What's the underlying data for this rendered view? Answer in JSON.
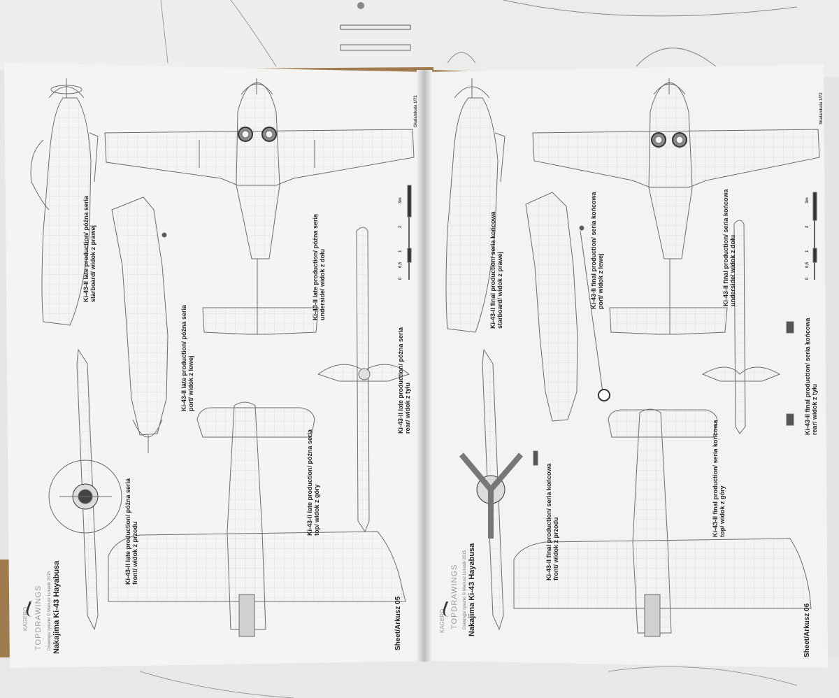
{
  "left_sheet": {
    "brand": "KAGERO",
    "series": "TOPDRAWINGS",
    "credit": "Drawings/ rysunki © Mariusz Łukasik 2015",
    "title": "Nakajima Ki-43 Hayabusa",
    "sheet": "Sheet/Arkusz 05",
    "scale_label": "Skala/skala 1/72",
    "scale_ticks": [
      "0",
      "0,5",
      "1",
      "2",
      "3m"
    ],
    "views": {
      "starboard": [
        "Ki-43-II late production/ późna seria",
        "starboard/ widok z prawej"
      ],
      "port": [
        "Ki-43-II late production/ późna seria",
        "port/ widok z lewej"
      ],
      "underside": [
        "Ki-43-II late production/ późna seria",
        "underside/ widok z dołu"
      ],
      "front": [
        "Ki-43-II late production/ późna seria",
        "front/ widok z przodu"
      ],
      "top": [
        "Ki-43-II late production/ późna seria",
        "top/ widok z góry"
      ],
      "rear": [
        "Ki-43-II late production/ późna seria",
        "rear/ widok z tyłu"
      ]
    }
  },
  "right_sheet": {
    "brand": "KAGERO",
    "series": "TOPDRAWINGS",
    "credit": "Drawings/ rysunki © Mariusz Łukasik 2015",
    "title": "Nakajima Ki-43 Hayabusa",
    "sheet": "Sheet/Arkusz 06",
    "scale_label": "Skala/skala 1/72",
    "scale_ticks": [
      "0",
      "0,5",
      "1",
      "2",
      "3m"
    ],
    "views": {
      "starboard": [
        "Ki-43-II final production/ seria końcowa",
        "starboard/ widok z prawej"
      ],
      "port": [
        "Ki-43-II final production/ seria końcowa",
        "port/ widok z lewej"
      ],
      "underside": [
        "Ki-43-II final production/ seria końcowa",
        "underside/ widok z dołu"
      ],
      "front": [
        "Ki-43-II final production/ seria końcowa",
        "front/ widok z przodu"
      ],
      "top": [
        "Ki-43-II final production/ seria końcowa",
        "top/ widok z góry"
      ],
      "rear": [
        "Ki-43-II final production/ seria końcowa",
        "rear/ widok z tyłu"
      ]
    }
  },
  "colors": {
    "background": "#a07b50",
    "paper": "#f4f4f2",
    "line": "#6c6c6c",
    "panel": "#c4c4c4",
    "text": "#222222"
  }
}
